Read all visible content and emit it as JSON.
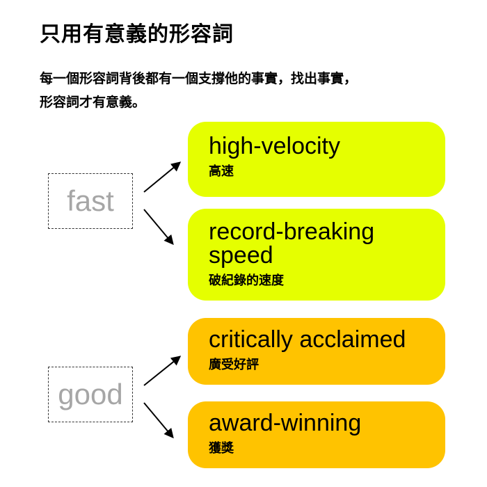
{
  "title": "只用有意義的形容詞",
  "subtitle": {
    "line1": "每一個形容詞背後都有一個支撐他的事實，找出事實，",
    "line2": "形容詞才有意義。"
  },
  "groups": [
    {
      "source": "fast",
      "targets": [
        {
          "en": "high-velocity",
          "zh": "高速"
        },
        {
          "en": "record-breaking\nspeed",
          "zh": "破紀錄的速度"
        }
      ]
    },
    {
      "source": "good",
      "targets": [
        {
          "en": "critically acclaimed",
          "zh": "廣受好評"
        },
        {
          "en": "award-winning",
          "zh": "獲獎"
        }
      ]
    }
  ],
  "colors": {
    "fast_cards": "#e5ff00",
    "good_cards": "#ffc300",
    "source_text": "#a6a6a6"
  }
}
